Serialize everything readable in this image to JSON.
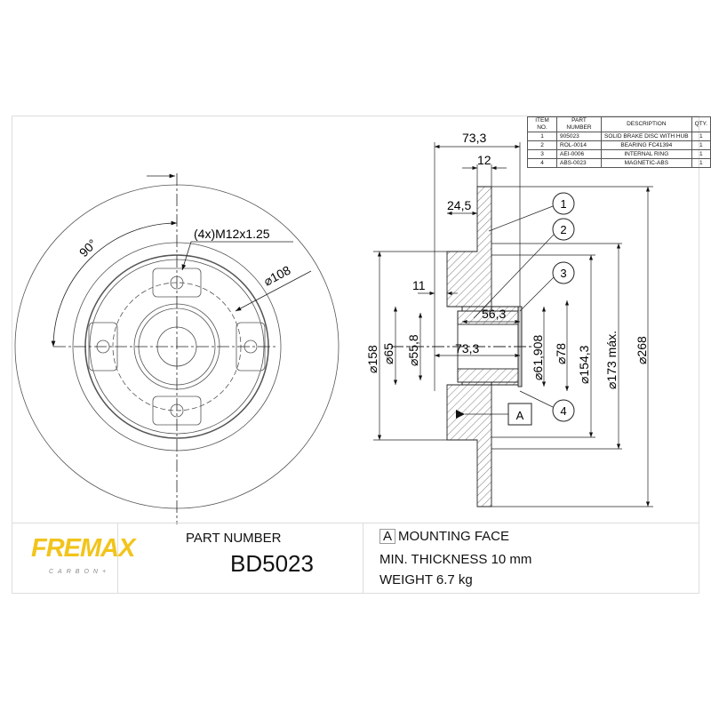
{
  "watermark": {
    "brand": "FREMAX",
    "sub": "C A R B O N"
  },
  "front_view": {
    "thread_label": "(4x)M12x1.25",
    "angle_label": "90°",
    "pcd_label": "⌀108"
  },
  "section_view": {
    "dims": {
      "overall_width": "73,3",
      "disc_thickness": "12",
      "offset": "24,5",
      "flange": "11",
      "bearing_width": "56,3",
      "hub_length": "73,3",
      "d158": "⌀158",
      "d65": "⌀65",
      "d55_8": "⌀55,8",
      "d61_908": "⌀61,908",
      "d78": "⌀78",
      "d154_3": "⌀154,3",
      "d173": "⌀173 máx.",
      "d268": "⌀268"
    },
    "balloons": [
      "1",
      "2",
      "3",
      "4"
    ],
    "datum": "A"
  },
  "bom": {
    "headers": [
      "ITEM NO.",
      "PART NUMBER",
      "DESCRIPTION",
      "QTY."
    ],
    "rows": [
      [
        "1",
        "905023",
        "SOLID BRAKE DISC WITH HUB",
        "1"
      ],
      [
        "2",
        "ROL-0014",
        "BEARING FC41394",
        "1"
      ],
      [
        "3",
        "AEI-0006",
        "INTERNAL RING",
        "1"
      ],
      [
        "4",
        "ABS-0023",
        "MAGNETIC-ABS",
        "1"
      ]
    ]
  },
  "title_block": {
    "logo": "FREMAX",
    "logo_sub": "CARBON+",
    "part_number_label": "PART NUMBER",
    "part_number": "BD5023",
    "datum_box": "A",
    "mounting_face": "MOUNTING FACE",
    "min_thickness": "MIN. THICKNESS 10 mm",
    "weight": "WEIGHT 6.7 kg"
  }
}
